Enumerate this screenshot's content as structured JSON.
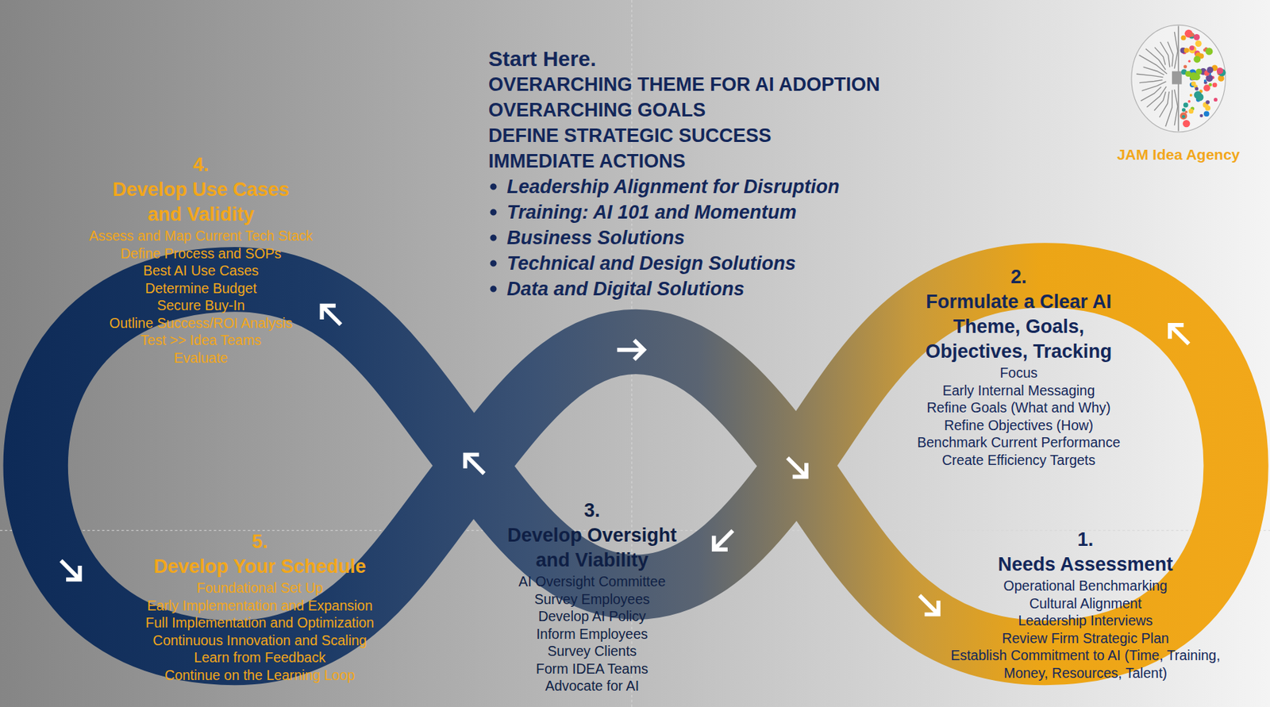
{
  "diagram": {
    "nodes": [
      {
        "text": [
          "Start Here.",
          "OVERARCHING THEME FOR AI ADOPTION",
          "OVERARCHING GOALS",
          "DEFINE STRATEGIC SUCCESS",
          "IMMEDIATE ACTIONS",
          "Leadership Alignment for Disruption",
          "Training: AI 101 and Momentum",
          "Business Solutions",
          "Technical and Design Solutions",
          "Data and Digital Solutions"
        ]
      },
      {
        "text": [
          "1.",
          "Needs Assessment",
          "Operational Benchmarking",
          "Cultural Alignment",
          "Leadership Interviews",
          "Review Firm Strategic Plan",
          "Establish Commitment to AI (Time, Training, Money, Resources, Talent)"
        ]
      },
      {
        "text": [
          "2.",
          "Formulate a Clear AI Theme, Goals, Objectives, Tracking",
          "Focus",
          "Early Internal Messaging",
          "Refine Goals (What and Why)",
          "Refine Objectives (How)",
          "Benchmark Current Performance",
          "Create Efficiency Targets"
        ]
      },
      {
        "text": [
          "3.",
          "Develop Oversight and Viability",
          "AI Oversight Committee",
          "Survey Employees",
          "Develop AI Policy",
          "Inform Employees",
          "Survey Clients",
          "Form IDEA Teams",
          "Advocate for AI"
        ]
      },
      {
        "text": [
          "4.",
          "Develop Use Cases and Validity",
          "Assess and Map Current Tech Stack",
          "Define Process and SOPs",
          "Best AI Use Cases",
          "Determine Budget",
          "Secure Buy-In",
          "Outline Success/ROI Analysis",
          "Test >> Idea Teams",
          "Evaluate"
        ]
      },
      {
        "text": [
          "5.",
          "Develop Your Schedule",
          "Foundational Set Up",
          "Early Implementation and Expansion",
          "Full Implementation and Optimization",
          "Continuous Innovation and Scaling",
          "Learn from Feedback",
          "Continue on the Learning Loop"
        ]
      }
    ],
    "labels": [
      "JAM Idea Agency"
    ]
  }
}
